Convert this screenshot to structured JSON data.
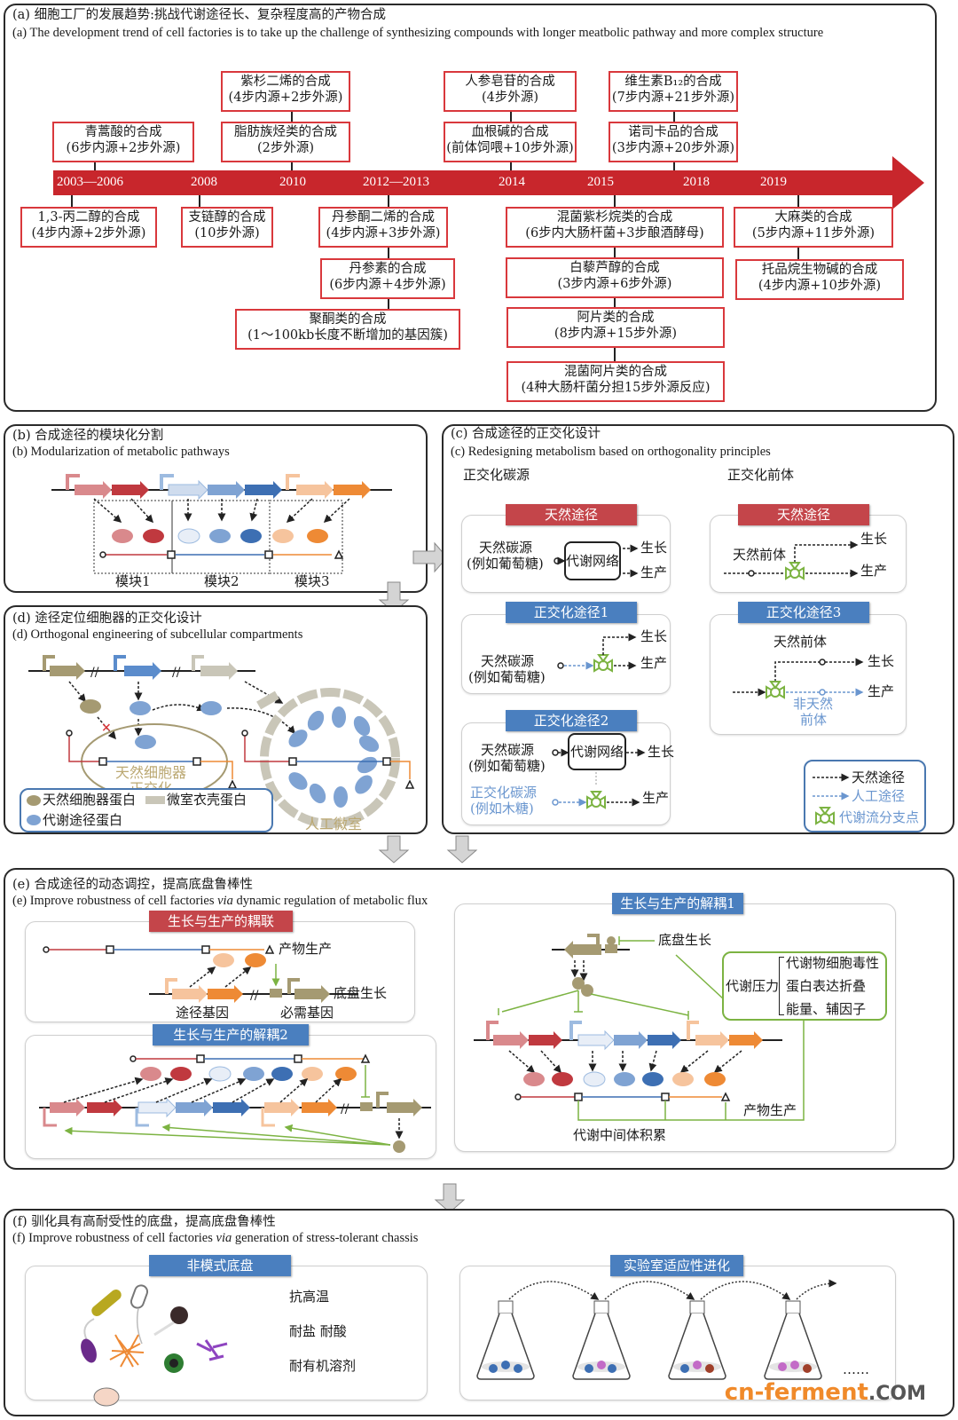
{
  "colors": {
    "timeline_red": "#c8262c",
    "box_border_red": "#d9383c",
    "tag_red": "#c4454a",
    "tag_blue": "#4a7fbf",
    "artificial_blue": "#6a96cf",
    "branch_green": "#7cb342",
    "gene_red_light": "#d9898c",
    "gene_red": "#c0393f",
    "gene_blue_light": "#cfdcee",
    "gene_blue_mid": "#7fa3d3",
    "gene_blue": "#3d6fb3",
    "gene_orange_light": "#f6c49d",
    "gene_orange": "#ee8a35",
    "tan": "#a59a72",
    "watermark_orange": "#f08a2a"
  },
  "panel_a": {
    "title_zh": "(a) 细胞工厂的发展趋势:挑战代谢途径长、复杂程度高的产物合成",
    "title_en": "(a) The development trend of cell factories is to take up the challenge of synthesizing compounds with longer meatbolic pathway and more complex structure",
    "years": [
      "2003—2006",
      "2008",
      "2010",
      "2012—2013",
      "2014",
      "2015",
      "2018",
      "2019"
    ],
    "above": [
      {
        "year": "2003—2006",
        "items": [
          {
            "name": "青蒿酸的合成",
            "detail": "(6步内源+2步外源)"
          }
        ]
      },
      {
        "year": "2010",
        "items": [
          {
            "name": "紫杉二烯的合成",
            "detail": "(4步内源+2步外源)"
          },
          {
            "name": "脂肪族烃类的合成",
            "detail": "(2步外源)"
          }
        ]
      },
      {
        "year": "2014",
        "items": [
          {
            "name": "人参皂苷的合成",
            "detail": "(4步外源)"
          },
          {
            "name": "血根碱的合成",
            "detail": "(前体饲喂+10步外源)"
          }
        ]
      },
      {
        "year": "2018",
        "items": [
          {
            "name": "维生素B₁₂的合成",
            "detail": "(7步内源+21步外源)"
          },
          {
            "name": "诺司卡品的合成",
            "detail": "(3步内源+20步外源)"
          }
        ]
      }
    ],
    "below": [
      {
        "year": "2003—2006",
        "items": [
          {
            "name": "1,3-丙二醇的合成",
            "detail": "(4步内源+2步外源)"
          }
        ]
      },
      {
        "year": "2008",
        "items": [
          {
            "name": "支链醇的合成",
            "detail": "(10步外源)"
          }
        ]
      },
      {
        "year": "2012—2013",
        "items": [
          {
            "name": "丹参酮二烯的合成",
            "detail": "(4步内源+3步外源)"
          },
          {
            "name": "丹参素的合成",
            "detail": "(6步内源＋4步外源)"
          },
          {
            "name": "聚酮类的合成",
            "detail": "(1～100kb长度不断增加的基因簇)"
          }
        ]
      },
      {
        "year": "2015",
        "items": [
          {
            "name": "混菌紫杉烷类的合成",
            "detail": "(6步内大肠杆菌+3步酿酒酵母)"
          },
          {
            "name": "白藜芦醇的合成",
            "detail": "(3步内源+6步外源)"
          },
          {
            "name": "阿片类的合成",
            "detail": "(8步内源+15步外源)"
          },
          {
            "name": "混菌阿片类的合成",
            "detail": "(4种大肠杆菌分担15步外源反应)"
          }
        ]
      },
      {
        "year": "2019",
        "items": [
          {
            "name": "大麻类的合成",
            "detail": "(5步内源+11步外源)"
          },
          {
            "name": "托品烷生物碱的合成",
            "detail": "(4步内源+10步外源)"
          }
        ]
      }
    ]
  },
  "panel_b": {
    "title_zh": "(b) 合成途径的模块化分割",
    "title_en": "(b) Modularization of metabolic pathways",
    "modules": [
      "模块1",
      "模块2",
      "模块3"
    ]
  },
  "panel_c": {
    "title_zh": "(c) 合成途径的正交化设计",
    "title_en": "(c) Redesigning metabolism based on orthogonality principles",
    "col_left": "正交化碳源",
    "col_right": "正交化前体",
    "natural_tag": "天然途径",
    "orth1_tag": "正交化途径1",
    "orth2_tag": "正交化途径2",
    "orth3_tag": "正交化途径3",
    "natural_carbon": "天然碳源",
    "natural_carbon_eg": "(例如葡萄糖)",
    "network": "代谢网络",
    "growth": "生长",
    "production": "生产",
    "natural_precursor": "天然前体",
    "unnatural_precursor_1": "非天然",
    "unnatural_precursor_2": "前体",
    "orth_carbon": "正交化碳源",
    "orth_carbon_eg": "(例如木糖)",
    "legend": {
      "natural": "天然途径",
      "artificial": "人工途径",
      "branch": "代谢流分支点"
    }
  },
  "panel_d": {
    "title_zh": "(d) 途径定位细胞器的正交化设计",
    "title_en": "(d) Orthogonal engineering of subcellular compartments",
    "organelle_1": "天然细胞器",
    "organelle_2": "正交化",
    "microcompartment": "人工微室",
    "legend": {
      "organelle_protein": "天然细胞器蛋白",
      "shell_protein": "微室衣壳蛋白",
      "pathway_protein": "代谢途径蛋白"
    }
  },
  "panel_e": {
    "title_zh": "(e) 合成途径的动态调控，提高底盘鲁棒性",
    "title_en_pre": "(e) Improve robustness of cell factories ",
    "title_en_via": "via",
    "title_en_post": " dynamic regulation of metabolic flux",
    "coupling_tag": "生长与生产的耦联",
    "decouple1_tag": "生长与生产的解耦1",
    "decouple2_tag": "生长与生产的解耦2",
    "product_production": "产物生产",
    "chassis_growth": "底盘生长",
    "pathway_genes": "途径基因",
    "essential_genes": "必需基因",
    "metabolic_stress": "代谢压力",
    "stress_items": [
      "代谢物细胞毒性",
      "蛋白表达折叠",
      "能量、辅因子"
    ],
    "intermediate_accumulation": "代谢中间体积累"
  },
  "panel_f": {
    "title_zh": "(f) 驯化具有高耐受性的底盘，提高底盘鲁棒性",
    "title_en_pre": "(f)  Improve robustness of cell factories ",
    "title_en_via": "via",
    "title_en_post": " generation of stress-tolerant chassis",
    "nonmodel_tag": "非模式底盘",
    "ale_tag": "实验室适应性进化",
    "traits": [
      "抗高温",
      "耐盐 耐酸",
      "耐有机溶剂"
    ],
    "ellipsis": "……"
  },
  "watermark": {
    "part1": "cn-ferment",
    "part2": ".COM"
  }
}
